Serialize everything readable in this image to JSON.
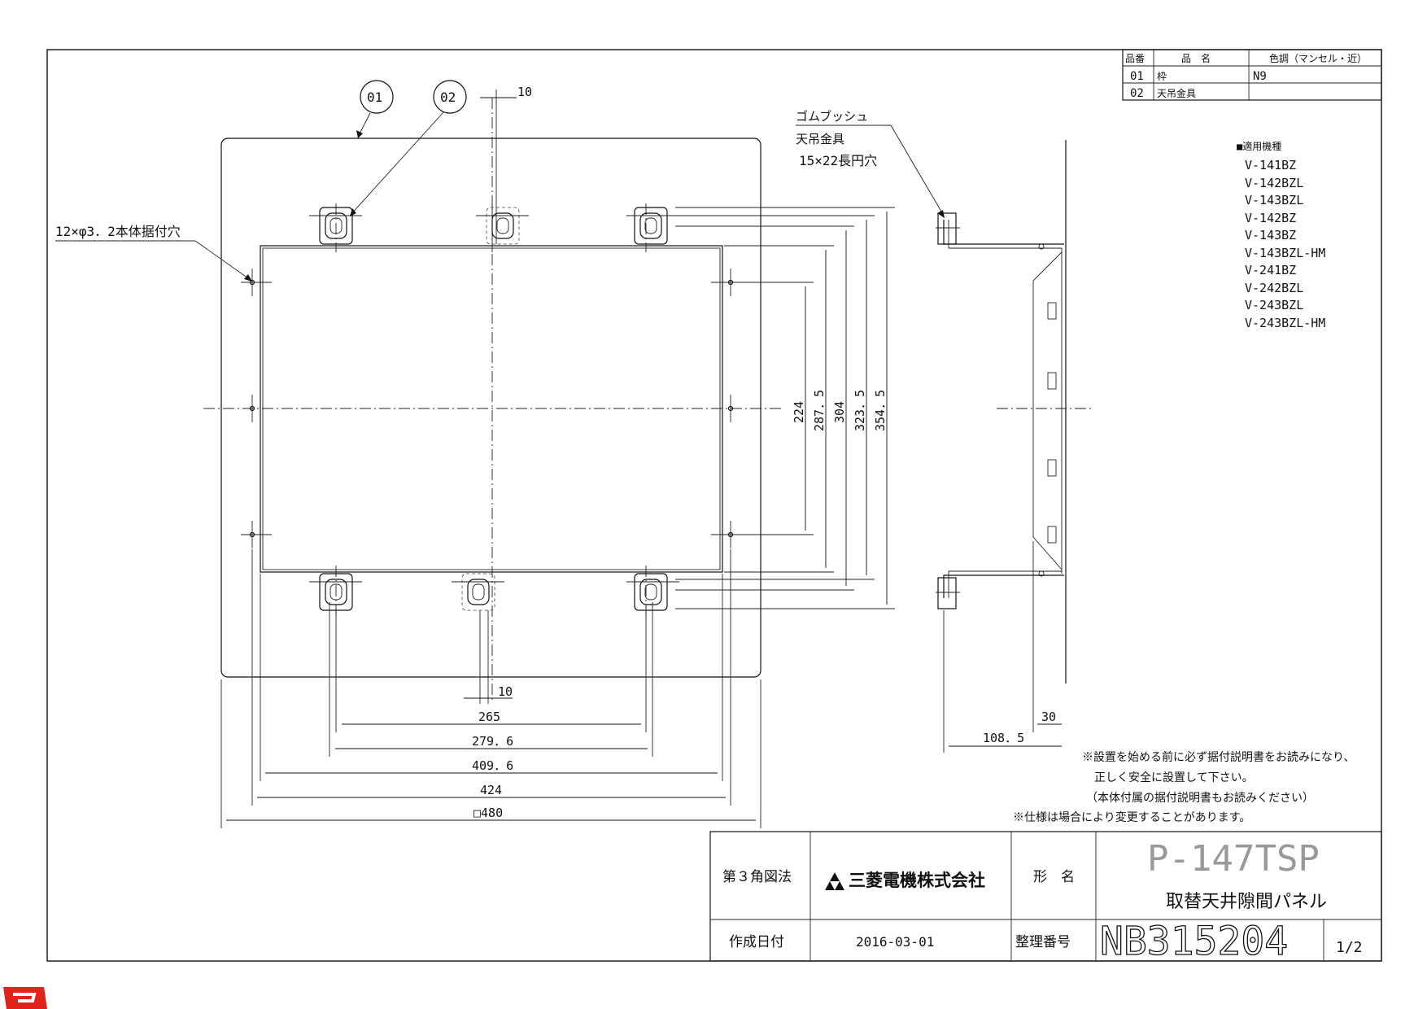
{
  "parts_table": {
    "headers": [
      "品番",
      "品　名",
      "色調（マンセル・近）"
    ],
    "rows": [
      {
        "no": "01",
        "name": "枠",
        "color": "N9"
      },
      {
        "no": "02",
        "name": "天吊金具",
        "color": ""
      }
    ]
  },
  "applicable_models": {
    "heading": "■適用機種",
    "models": [
      "V-141BZ",
      "V-142BZL",
      "V-143BZL",
      "V-142BZ",
      "V-143BZ",
      "V-143BZL-HM",
      "V-241BZ",
      "V-242BZL",
      "V-243BZL",
      "V-243BZL-HM"
    ]
  },
  "callouts": {
    "part01": "01",
    "part02": "02",
    "holes": "12×φ3．2本体据付穴",
    "rubber_bush": "ゴムブッシュ",
    "hanger": "天吊金具",
    "slot": "15×22長円穴"
  },
  "dimensions": {
    "top_width": "10",
    "bottom_width": "10",
    "w265": "265",
    "w279": "279．6",
    "w409": "409．6",
    "w424": "424",
    "w480": "□480",
    "h224": "224",
    "h287": "287．5",
    "h304": "304",
    "h323": "323．5",
    "h354": "354．5",
    "d30": "30",
    "d108": "108．5"
  },
  "notes": [
    "※設置を始める前に必ず据付説明書をお読みになり、",
    "正しく安全に設置して下さい。",
    "（本体付属の据付説明書もお読みください）",
    "※仕様は場合により変更することがあります。"
  ],
  "title_block": {
    "projection": "第３角図法",
    "company": "三菱電機株式会社",
    "model_label": "形　名",
    "model": "P-147TSP",
    "product_name": "取替天井隙間パネル",
    "date_label": "作成日付",
    "date": "2016-03-01",
    "drawing_no_label": "整理番号",
    "drawing_no": "NB315204",
    "sheet": "1/2"
  },
  "colors": {
    "line": "#111111",
    "logo": "#e2231a"
  }
}
